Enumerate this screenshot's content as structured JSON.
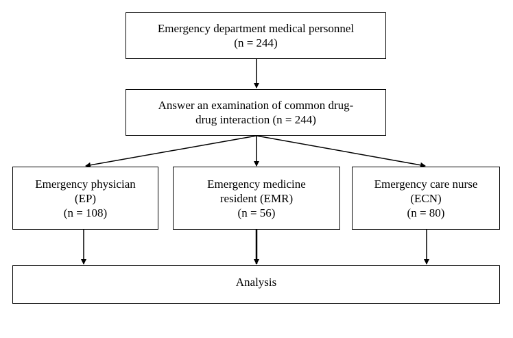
{
  "flowchart": {
    "top_box": {
      "line1": "Emergency department medical personnel",
      "line2": "(n = 244)"
    },
    "exam_box": {
      "line1": "Answer an examination of common drug-",
      "line2": "drug interaction (n = 244)"
    },
    "ep_box": {
      "line1": "Emergency physician",
      "line2": "(EP)",
      "line3": "(n = 108)"
    },
    "emr_box": {
      "line1": "Emergency medicine",
      "line2": "resident (EMR)",
      "line3": "(n = 56)"
    },
    "ecn_box": {
      "line1": "Emergency care nurse",
      "line2": "(ECN)",
      "line3": "(n = 80)"
    },
    "analysis_box": {
      "label": "Analysis"
    }
  }
}
